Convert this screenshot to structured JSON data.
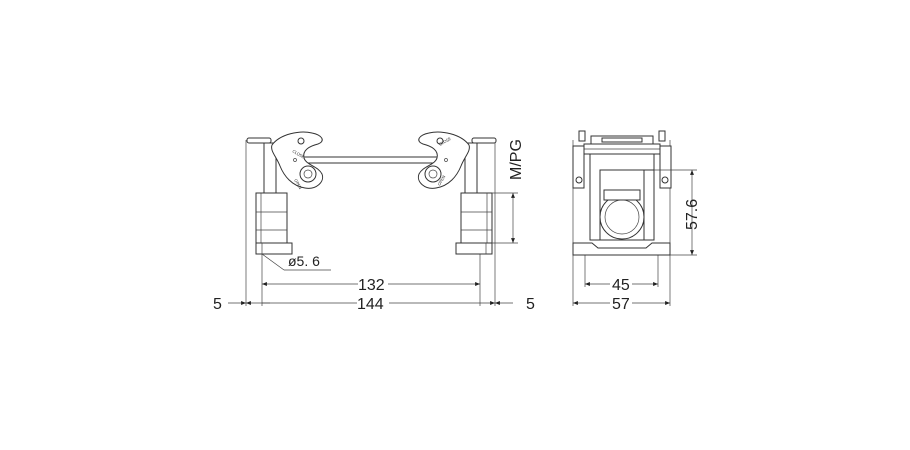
{
  "drawing": {
    "dim_left_outer": "5",
    "dim_right_outer": "5",
    "dim_total": "144",
    "dim_inner": "132",
    "hole_dia": "ø5. 6",
    "thread_label": "M/PG",
    "side_height": "57.6",
    "side_inner": "45",
    "side_total": "57",
    "lever_close": "CLOSE",
    "lever_open": "OPEN"
  }
}
